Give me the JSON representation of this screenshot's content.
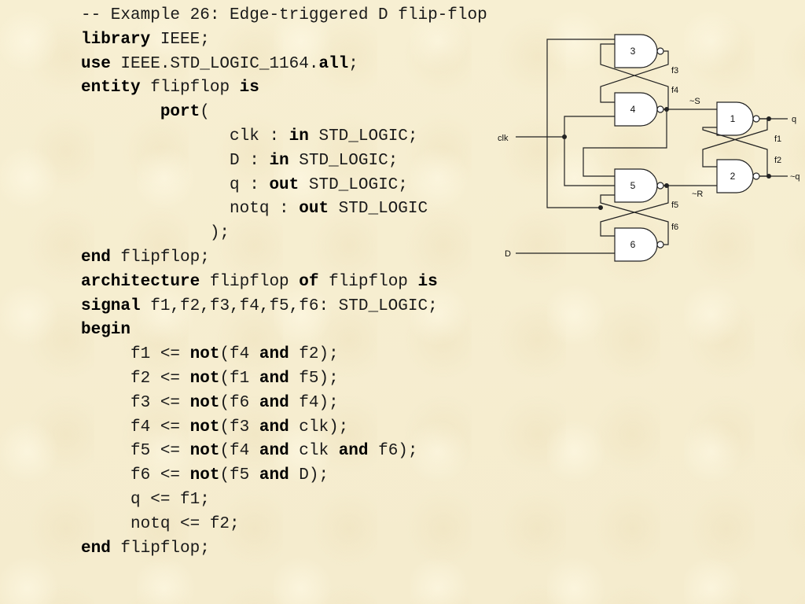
{
  "code_lines": [
    [
      {
        "t": "-- Example 26: Edge-triggered D flip-flop"
      }
    ],
    [
      {
        "t": "library",
        "k": true
      },
      {
        "t": " IEEE;"
      }
    ],
    [
      {
        "t": "use",
        "k": true
      },
      {
        "t": " IEEE.STD_LOGIC_1164."
      },
      {
        "t": "all",
        "k": true
      },
      {
        "t": ";"
      }
    ],
    [
      {
        "t": "entity",
        "k": true
      },
      {
        "t": " flipflop "
      },
      {
        "t": "is",
        "k": true
      }
    ],
    [
      {
        "t": "        "
      },
      {
        "t": "port",
        "k": true
      },
      {
        "t": "("
      }
    ],
    [
      {
        "t": "               clk : "
      },
      {
        "t": "in",
        "k": true
      },
      {
        "t": " STD_LOGIC;"
      }
    ],
    [
      {
        "t": "               D : "
      },
      {
        "t": "in",
        "k": true
      },
      {
        "t": " STD_LOGIC;"
      }
    ],
    [
      {
        "t": "               q : "
      },
      {
        "t": "out",
        "k": true
      },
      {
        "t": " STD_LOGIC;"
      }
    ],
    [
      {
        "t": "               notq : "
      },
      {
        "t": "out",
        "k": true
      },
      {
        "t": " STD_LOGIC"
      }
    ],
    [
      {
        "t": "             );"
      }
    ],
    [
      {
        "t": "end",
        "k": true
      },
      {
        "t": " flipflop;"
      }
    ],
    [
      {
        "t": "architecture",
        "k": true
      },
      {
        "t": " flipflop "
      },
      {
        "t": "of",
        "k": true
      },
      {
        "t": " flipflop "
      },
      {
        "t": "is",
        "k": true
      }
    ],
    [
      {
        "t": "signal",
        "k": true
      },
      {
        "t": " f1,f2,f3,f4,f5,f6: STD_LOGIC;"
      }
    ],
    [
      {
        "t": "begin",
        "k": true
      }
    ],
    [
      {
        "t": "     f1 <= "
      },
      {
        "t": "not",
        "k": true
      },
      {
        "t": "(f4 "
      },
      {
        "t": "and",
        "k": true
      },
      {
        "t": " f2);"
      }
    ],
    [
      {
        "t": "     f2 <= "
      },
      {
        "t": "not",
        "k": true
      },
      {
        "t": "(f1 "
      },
      {
        "t": "and",
        "k": true
      },
      {
        "t": " f5);"
      }
    ],
    [
      {
        "t": "     f3 <= "
      },
      {
        "t": "not",
        "k": true
      },
      {
        "t": "(f6 "
      },
      {
        "t": "and",
        "k": true
      },
      {
        "t": " f4);"
      }
    ],
    [
      {
        "t": "     f4 <= "
      },
      {
        "t": "not",
        "k": true
      },
      {
        "t": "(f3 "
      },
      {
        "t": "and",
        "k": true
      },
      {
        "t": " clk);"
      }
    ],
    [
      {
        "t": "     f5 <= "
      },
      {
        "t": "not",
        "k": true
      },
      {
        "t": "(f4 "
      },
      {
        "t": "and",
        "k": true
      },
      {
        "t": " clk "
      },
      {
        "t": "and",
        "k": true
      },
      {
        "t": " f6);"
      }
    ],
    [
      {
        "t": "     f6 <= "
      },
      {
        "t": "not",
        "k": true
      },
      {
        "t": "(f5 "
      },
      {
        "t": "and",
        "k": true
      },
      {
        "t": " D);"
      }
    ],
    [
      {
        "t": "     q <= f1;"
      }
    ],
    [
      {
        "t": "     notq <= f2;"
      }
    ],
    [
      {
        "t": "end",
        "k": true
      },
      {
        "t": " flipflop;"
      }
    ]
  ],
  "diagram": {
    "gate_numbers": [
      "3",
      "4",
      "1",
      "5",
      "2",
      "6"
    ],
    "signals": {
      "f3": "f3",
      "f4": "f4",
      "f1": "f1",
      "f2": "f2",
      "f5": "f5",
      "f6": "f6",
      "s": "~S",
      "r": "~R"
    },
    "inputs": {
      "clk": "clk",
      "d": "D"
    },
    "outputs": {
      "q": "q",
      "notq": "~q"
    }
  }
}
